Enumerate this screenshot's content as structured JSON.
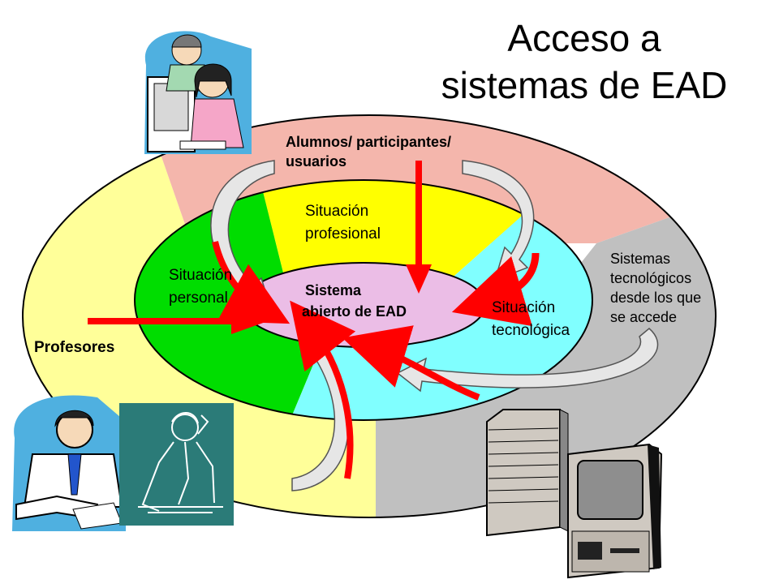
{
  "title": {
    "line1": "Acceso a",
    "line2": "sistemas de EAD"
  },
  "diagram": {
    "sectors": {
      "alumnos": {
        "line1": "Alumnos/ participantes/",
        "line2": "usuarios"
      },
      "profesores": "Profesores",
      "sistemas": {
        "line1": "Sistemas",
        "line2": "tecnológicos",
        "line3": "desde los que",
        "line4": "se accede"
      }
    },
    "situations": {
      "profesional": {
        "line1": "Situación",
        "line2": "profesional"
      },
      "personal": {
        "line1": "Situación",
        "line2": "personal"
      },
      "tecnologica": {
        "line1": "Situación",
        "line2": "tecnológica"
      }
    },
    "center": {
      "line1": "Sistema",
      "line2": "abierto de EAD"
    }
  },
  "colors": {
    "outer_pink": "#f4b6ac",
    "outer_yellow": "#ffff99",
    "outer_gray": "#c0c0c0",
    "inner_yellow": "#ffff00",
    "inner_green": "#00dd00",
    "inner_cyan": "#80ffff",
    "center_lilac": "#ebbde6",
    "arrow_red": "#ff0000",
    "curved_arrow_gray": "#e6e6e6",
    "teal_picture": "#2b7b78"
  },
  "icons": [
    "students-at-computer-clipart",
    "teacher-reading-clipart",
    "thinking-man-sketch",
    "desktop-computer-clipart"
  ]
}
